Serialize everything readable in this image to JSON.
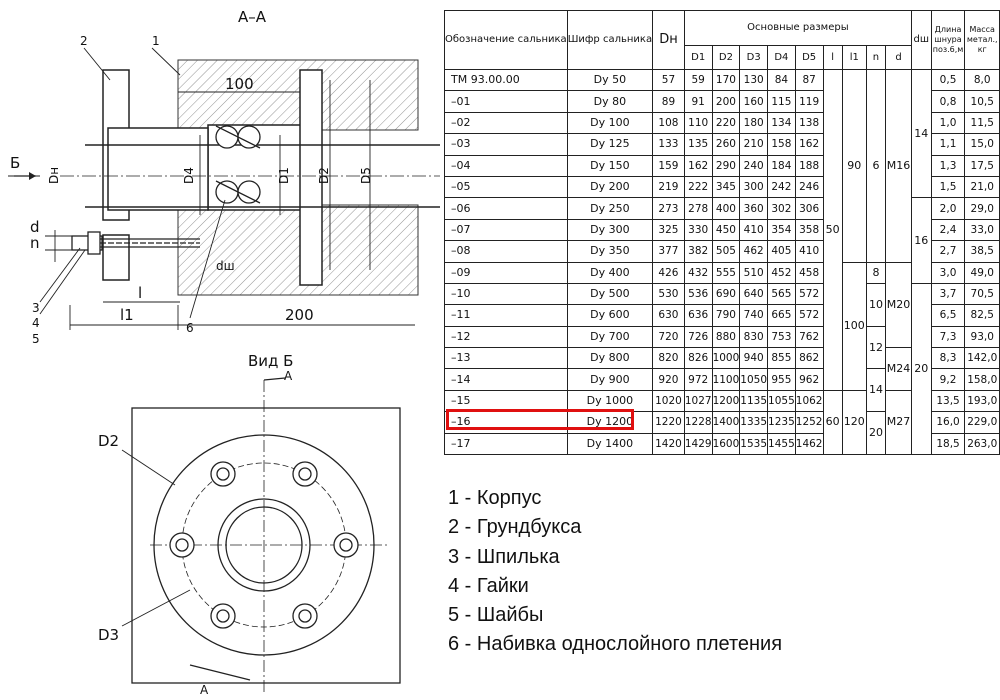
{
  "drawing": {
    "section_title": "А–А",
    "view_title": "Вид Б",
    "arrow_b": "Б",
    "cut_a_top": "А",
    "cut_a_bottom": "А",
    "callouts": [
      "1",
      "2",
      "3",
      "4",
      "5",
      "6"
    ],
    "dims": {
      "d100": "100",
      "d200": "200",
      "l": "l",
      "l1": "l1",
      "d": "d",
      "n": "n",
      "dsh": "dш",
      "Dn": "Dн",
      "D4": "D4",
      "D1": "D1",
      "D2": "D2",
      "D5": "D5"
    },
    "view_labels": {
      "D2": "D2",
      "D3": "D3"
    }
  },
  "table": {
    "header": {
      "designation": "Обозначение сальника",
      "cipher": "Шифр сальника",
      "dn": "Dн",
      "main_sizes": "Основные размеры",
      "cols": [
        "D1",
        "D2",
        "D3",
        "D4",
        "D5",
        "l",
        "l1",
        "n",
        "d"
      ],
      "dsh": "dш",
      "cord_length": "Длина шнура поз.6,м",
      "mass": "Масса метал., кг"
    },
    "rows": [
      {
        "code": "ТМ 93.00.00",
        "dy": "Dy 50",
        "dn": "57",
        "d1": "59",
        "d2": "170",
        "d3": "130",
        "d4": "84",
        "d5": "87",
        "len": "0,5",
        "mass": "8,0"
      },
      {
        "code": "–01",
        "dy": "Dy 80",
        "dn": "89",
        "d1": "91",
        "d2": "200",
        "d3": "160",
        "d4": "115",
        "d5": "119",
        "len": "0,8",
        "mass": "10,5"
      },
      {
        "code": "–02",
        "dy": "Dy 100",
        "dn": "108",
        "d1": "110",
        "d2": "220",
        "d3": "180",
        "d4": "134",
        "d5": "138",
        "len": "1,0",
        "mass": "11,5"
      },
      {
        "code": "–03",
        "dy": "Dy 125",
        "dn": "133",
        "d1": "135",
        "d2": "260",
        "d3": "210",
        "d4": "158",
        "d5": "162",
        "len": "1,1",
        "mass": "15,0"
      },
      {
        "code": "–04",
        "dy": "Dy 150",
        "dn": "159",
        "d1": "162",
        "d2": "290",
        "d3": "240",
        "d4": "184",
        "d5": "188",
        "len": "1,3",
        "mass": "17,5"
      },
      {
        "code": "–05",
        "dy": "Dy 200",
        "dn": "219",
        "d1": "222",
        "d2": "345",
        "d3": "300",
        "d4": "242",
        "d5": "246",
        "len": "1,5",
        "mass": "21,0"
      },
      {
        "code": "–06",
        "dy": "Dy 250",
        "dn": "273",
        "d1": "278",
        "d2": "400",
        "d3": "360",
        "d4": "302",
        "d5": "306",
        "len": "2,0",
        "mass": "29,0"
      },
      {
        "code": "–07",
        "dy": "Dy 300",
        "dn": "325",
        "d1": "330",
        "d2": "450",
        "d3": "410",
        "d4": "354",
        "d5": "358",
        "len": "2,4",
        "mass": "33,0"
      },
      {
        "code": "–08",
        "dy": "Dy 350",
        "dn": "377",
        "d1": "382",
        "d2": "505",
        "d3": "462",
        "d4": "405",
        "d5": "410",
        "len": "2,7",
        "mass": "38,5"
      },
      {
        "code": "–09",
        "dy": "Dy 400",
        "dn": "426",
        "d1": "432",
        "d2": "555",
        "d3": "510",
        "d4": "452",
        "d5": "458",
        "len": "3,0",
        "mass": "49,0"
      },
      {
        "code": "–10",
        "dy": "Dy 500",
        "dn": "530",
        "d1": "536",
        "d2": "690",
        "d3": "640",
        "d4": "565",
        "d5": "572",
        "len": "3,7",
        "mass": "70,5"
      },
      {
        "code": "–11",
        "dy": "Dy 600",
        "dn": "630",
        "d1": "636",
        "d2": "790",
        "d3": "740",
        "d4": "665",
        "d5": "572",
        "len": "6,5",
        "mass": "82,5"
      },
      {
        "code": "–12",
        "dy": "Dy 700",
        "dn": "720",
        "d1": "726",
        "d2": "880",
        "d3": "830",
        "d4": "753",
        "d5": "762",
        "len": "7,3",
        "mass": "93,0"
      },
      {
        "code": "–13",
        "dy": "Dy 800",
        "dn": "820",
        "d1": "826",
        "d2": "1000",
        "d3": "940",
        "d4": "855",
        "d5": "862",
        "len": "8,3",
        "mass": "142,0"
      },
      {
        "code": "–14",
        "dy": "Dy 900",
        "dn": "920",
        "d1": "972",
        "d2": "1100",
        "d3": "1050",
        "d4": "955",
        "d5": "962",
        "len": "9,2",
        "mass": "158,0"
      },
      {
        "code": "–15",
        "dy": "Dy 1000",
        "dn": "1020",
        "d1": "1027",
        "d2": "1200",
        "d3": "1135",
        "d4": "1055",
        "d5": "1062",
        "len": "13,5",
        "mass": "193,0"
      },
      {
        "code": "–16",
        "dy": "Dy 1200",
        "dn": "1220",
        "d1": "1228",
        "d2": "1400",
        "d3": "1335",
        "d4": "1235",
        "d5": "1252",
        "len": "16,0",
        "mass": "229,0"
      },
      {
        "code": "–17",
        "dy": "Dy 1400",
        "dn": "1420",
        "d1": "1429",
        "d2": "1600",
        "d3": "1535",
        "d4": "1455",
        "d5": "1462",
        "len": "18,5",
        "mass": "263,0"
      }
    ],
    "merged": {
      "l_50": "50",
      "l_60": "60",
      "l1_90": "90",
      "l1_100": "100",
      "l1_120": "120",
      "n_6": "6",
      "n_8": "8",
      "n_10": "10",
      "n_12": "12",
      "n_14": "14",
      "n_20": "20",
      "d_m16": "M16",
      "d_m20": "M20",
      "d_m24": "M24",
      "d_m27": "M27",
      "dsh_14": "14",
      "dsh_16": "16",
      "dsh_20": "20"
    },
    "highlight_color": "#e01010"
  },
  "legend": [
    "1 - Корпус",
    "2 - Грундбукса",
    "3 - Шпилька",
    "4 - Гайки",
    "5 - Шайбы",
    "6 - Набивка однослойного плетения"
  ]
}
